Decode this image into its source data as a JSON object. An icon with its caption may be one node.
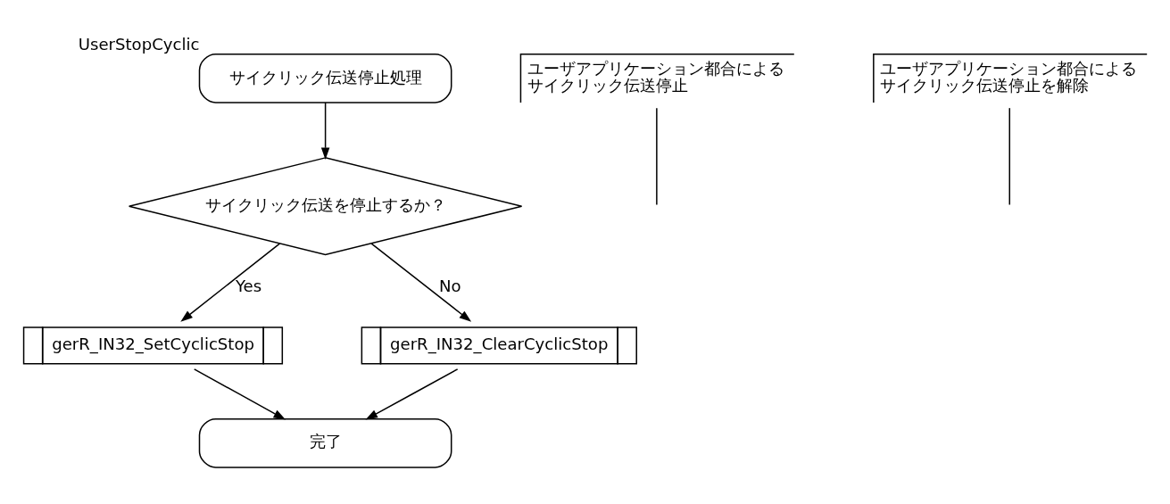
{
  "diagram": {
    "nodes": [
      {
        "text": [
          "サイクリック伝送停止処理"
        ],
        "beside": [
          "UserStopCyclic"
        ]
      },
      {
        "text": [
          "サイクリック伝送を停止するか？"
        ]
      },
      {
        "text": [
          "gerR_IN32_SetCyclicStop"
        ]
      },
      {
        "text": [
          "gerR_IN32_ClearCyclicStop"
        ]
      },
      {
        "text": [
          "完了"
        ]
      },
      {
        "text": [
          "ユーザアプリケーション都合によるサイクリック伝送停止"
        ]
      },
      {
        "text": [
          "ユーザアプリケーション都合によるサイクリック伝送停止を解除"
        ]
      }
    ],
    "edges": [
      {
        "from": 0,
        "to": 1,
        "arrow": "to"
      },
      {
        "from": 1,
        "to": 2,
        "arrow": "to",
        "label": "Yes"
      },
      {
        "from": 1,
        "to": 3,
        "arrow": "to",
        "label": "No"
      },
      {
        "from": 2,
        "to": 4,
        "arrow": "to"
      },
      {
        "from": 3,
        "to": 4,
        "arrow": "to"
      },
      {
        "from": 5,
        "to": null,
        "arrow": "none"
      },
      {
        "from": 6,
        "to": null,
        "arrow": "none"
      }
    ]
  }
}
